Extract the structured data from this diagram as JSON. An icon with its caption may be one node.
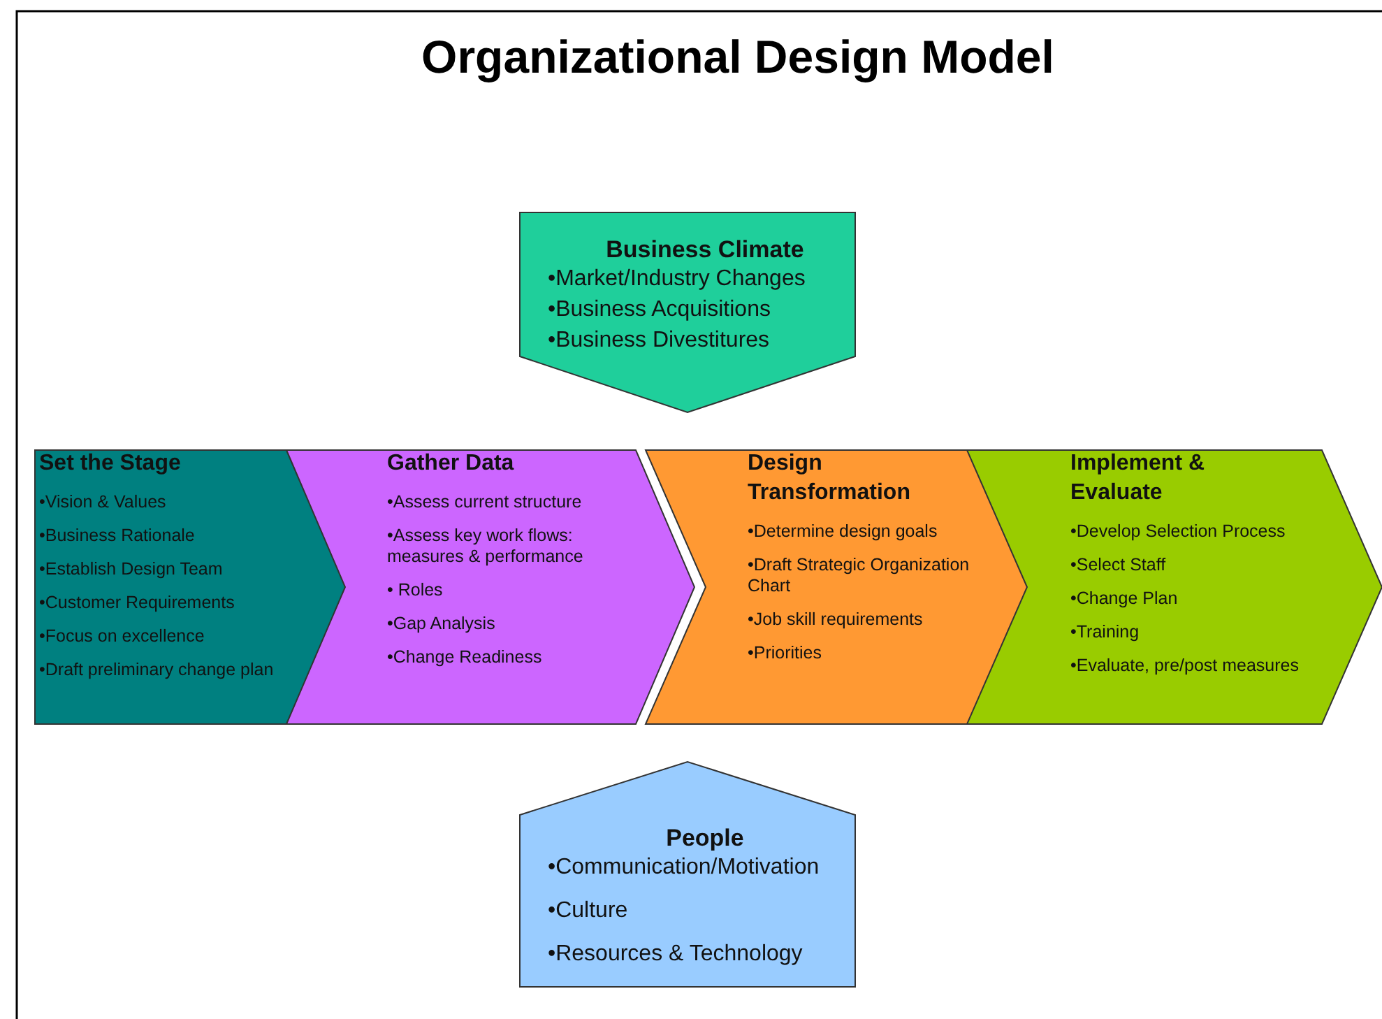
{
  "diagram": {
    "title": "Organizational Design Model",
    "nodes": [
      {
        "text": [
          "Business Climate",
          "•Market/Industry Changes",
          "•Business Acquisitions",
          "•Business Divestitures"
        ]
      },
      {
        "text": [
          "Set the Stage",
          "•Vision & Values",
          "•Business Rationale",
          "•Establish Design Team",
          "•Customer Requirements",
          "•Focus on excellence",
          "•Draft preliminary change plan"
        ]
      },
      {
        "text": [
          "Gather Data",
          "•Assess current structure",
          "•Assess key work flows: measures & performance",
          "• Roles",
          "•Gap Analysis",
          "•Change Readiness"
        ]
      },
      {
        "text": [
          "Design Transformation",
          "•Determine design goals",
          "•Draft Strategic Organization Chart",
          "•Job skill requirements",
          "•Priorities"
        ]
      },
      {
        "text": [
          "Implement & Evaluate",
          "•Develop Selection Process",
          "•Select Staff",
          "•Change Plan",
          "•Training",
          "•Evaluate, pre/post measures"
        ]
      },
      {
        "text": [
          "People",
          "•Communication/Motivation",
          "•Culture",
          "•Resources & Technology"
        ]
      }
    ],
    "edges": []
  }
}
